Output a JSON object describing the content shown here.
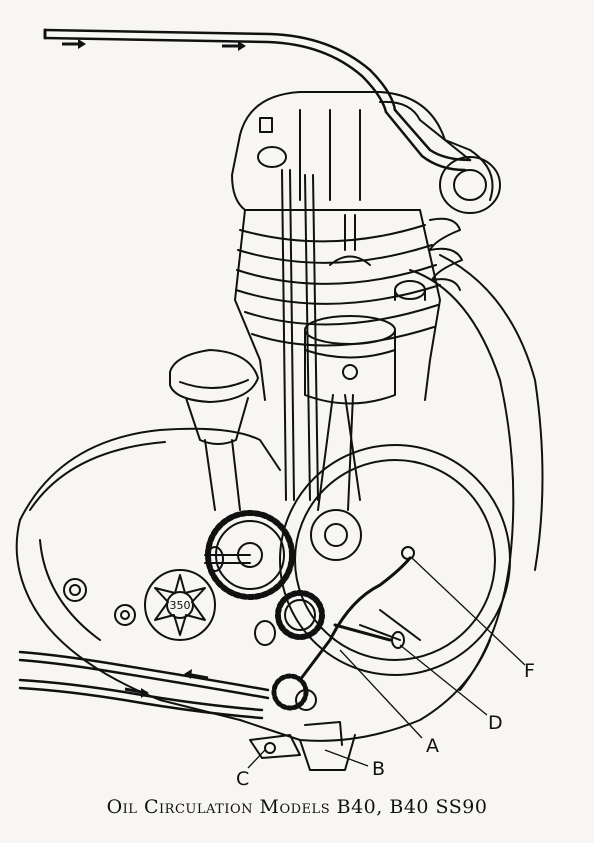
{
  "diagram": {
    "labels": {
      "A": "A",
      "B": "B",
      "C": "C",
      "D": "D",
      "F": "F"
    },
    "caption": "Oil Circulation Models B40, B40 SS90",
    "stamp_text": "350",
    "ink_color": "#111111",
    "paper_color": "#f7f6f2"
  }
}
